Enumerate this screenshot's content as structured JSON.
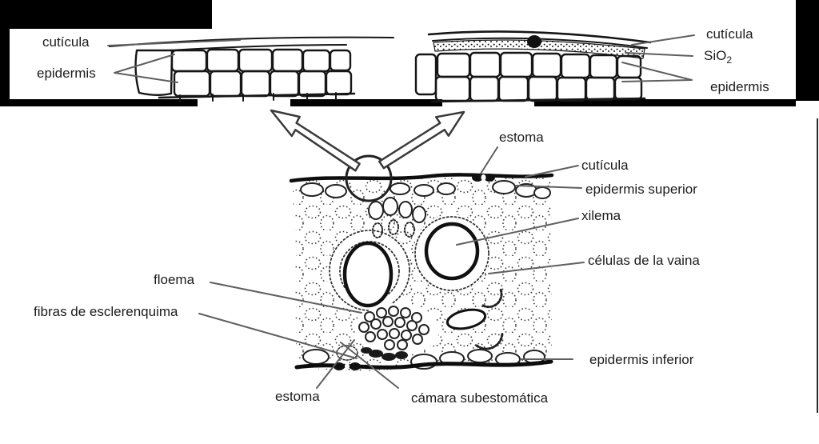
{
  "figure": {
    "description_type": "leaf cross-section botanical diagram with two magnified epidermis insets",
    "colors": {
      "ink": "#141414",
      "leader_line": "#5f5f5f",
      "label_text": "#1c1c1c",
      "border_black": "#000000",
      "background": "#ffffff"
    },
    "inset_left": {
      "cuticula": "cutícula",
      "epidermis": "epidermis"
    },
    "inset_right": {
      "cuticula": "cutícula",
      "sio2_base": "SiO",
      "sio2_sub": "2",
      "epidermis": "epidermis"
    },
    "main": {
      "estoma_top": "estoma",
      "cuticula": "cutícula",
      "epidermis_superior": "epidermis superior",
      "xilema": "xilema",
      "celulas_vaina": "células de la vaina",
      "floema": "floema",
      "fibras_esclerenquima": "fibras de esclerenquima",
      "estoma_bottom": "estoma",
      "camara_subestomatica": "cámara subestomática",
      "epidermis_inferior": "epidermis inferior"
    }
  }
}
